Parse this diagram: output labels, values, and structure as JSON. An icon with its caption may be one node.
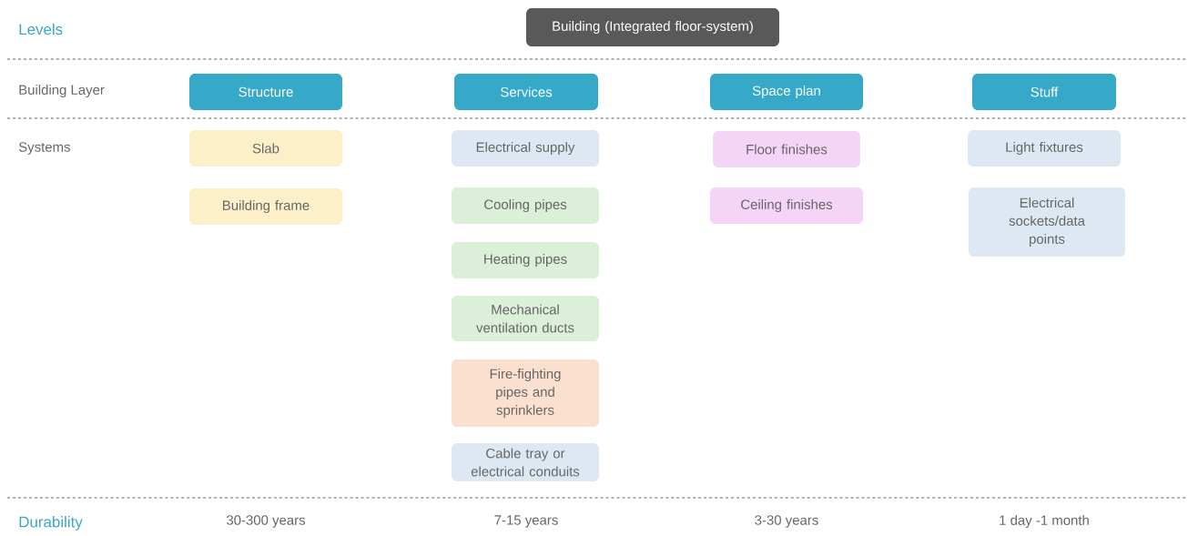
{
  "diagram": {
    "nodes": [
      {
        "text": [
          "Building (Integrated floor-system)"
        ]
      },
      {
        "text": [
          "Structure"
        ]
      },
      {
        "text": [
          "Services"
        ]
      },
      {
        "text": [
          "Space plan"
        ]
      },
      {
        "text": [
          "Stuff"
        ]
      },
      {
        "text": [
          "Slab"
        ]
      },
      {
        "text": [
          "Building frame"
        ]
      },
      {
        "text": [
          "Electrical supply"
        ]
      },
      {
        "text": [
          "Cooling pipes"
        ]
      },
      {
        "text": [
          "Heating pipes"
        ]
      },
      {
        "text": [
          "Mechanical ventilation ducts"
        ]
      },
      {
        "text": [
          "Fire-fighting pipes and sprinklers"
        ]
      },
      {
        "text": [
          "Cable tray or electrical conduits"
        ]
      },
      {
        "text": [
          "Floor finishes"
        ]
      },
      {
        "text": [
          "Ceiling finishes"
        ]
      },
      {
        "text": [
          "Light fixtures"
        ]
      },
      {
        "text": [
          "Electrical sockets/data points"
        ]
      }
    ],
    "labels": [
      "Levels",
      "Building Layer",
      "Systems",
      "Durability",
      "30-300 years",
      "7-15 years",
      "3-30 years",
      "1 day -1 month"
    ]
  }
}
